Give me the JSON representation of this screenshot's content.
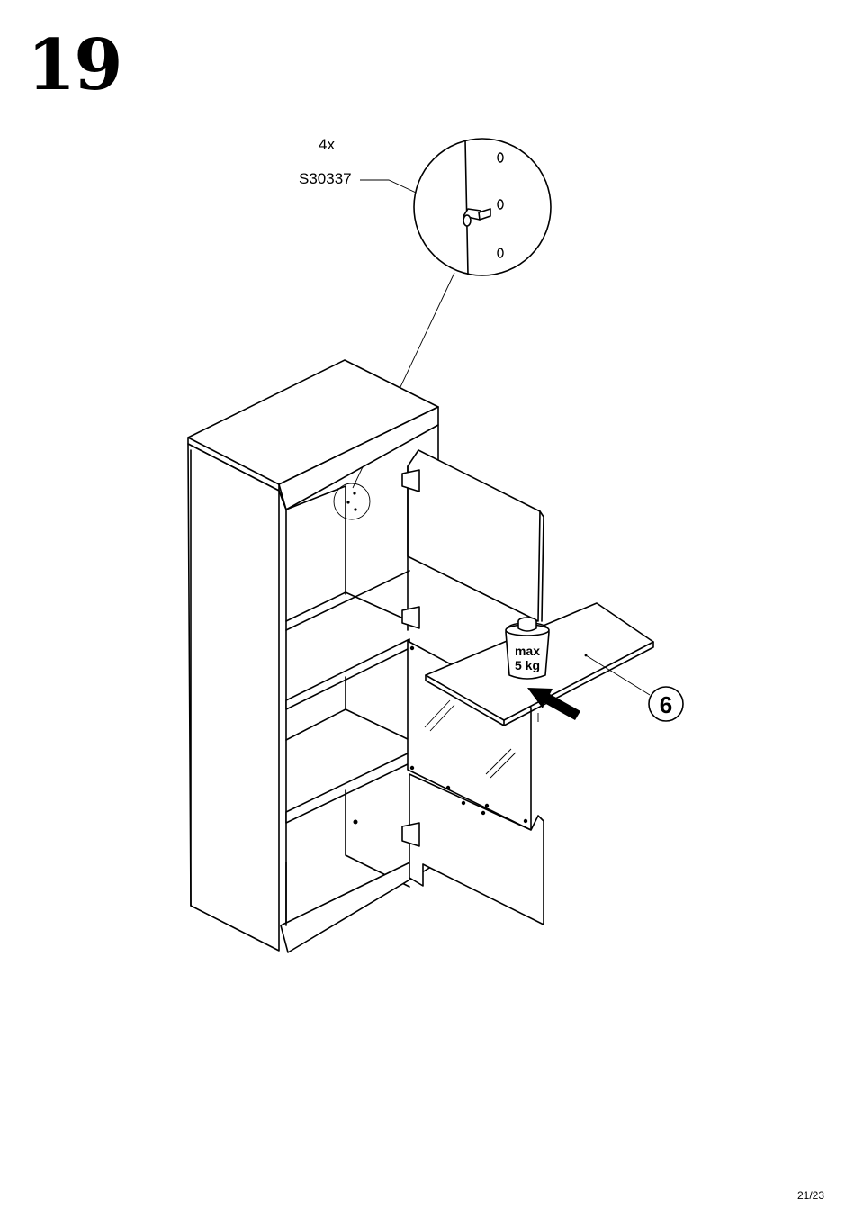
{
  "step": {
    "number": "19"
  },
  "detail": {
    "quantity": "4x",
    "part_code": "S30337"
  },
  "weight_limit": {
    "line1": "max",
    "line2": "5 kg"
  },
  "callout": {
    "part_number": "6"
  },
  "footer": {
    "page": "21/23"
  },
  "icons": [
    "shelf-pin-icon",
    "weight-icon",
    "push-arrow-icon",
    "magnifier-detail-icon"
  ]
}
